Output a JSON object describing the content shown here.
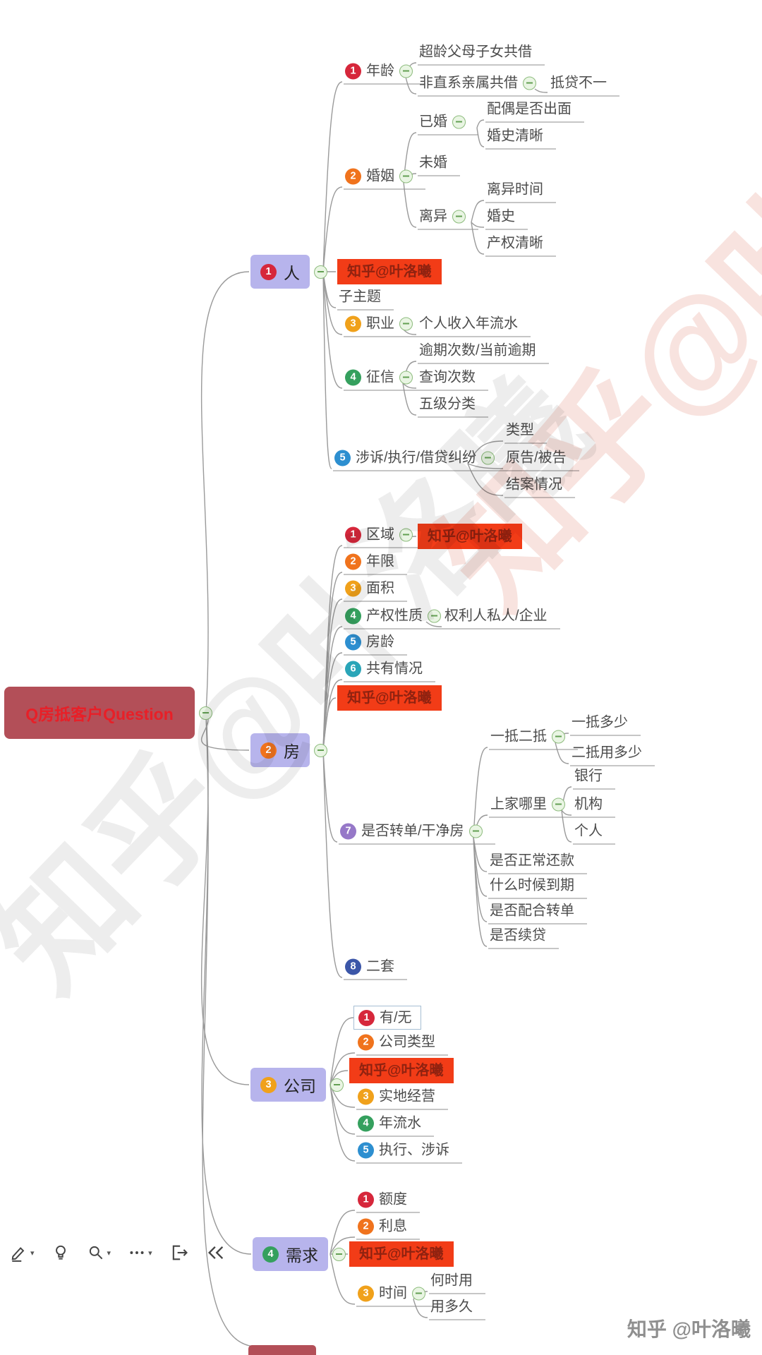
{
  "tree": {
    "root": {
      "label": "Q房抵客户Question"
    },
    "person": {
      "num": "1",
      "label": "人",
      "watermark": "知乎@叶洛曦",
      "subtopic": "子主题",
      "age": {
        "num": "1",
        "label": "年龄",
        "over": "超龄父母子女共借",
        "nondirect": "非直系亲属共借",
        "pledge": "抵贷不一"
      },
      "marriage": {
        "num": "2",
        "label": "婚姻",
        "married": "已婚",
        "spouse": "配偶是否出面",
        "clear": "婚史清晰",
        "unmarried": "未婚",
        "divorced": "离异",
        "time": "离异时间",
        "history": "婚史",
        "property": "产权清晰"
      },
      "occupation": {
        "num": "3",
        "label": "职业",
        "income": "个人收入年流水"
      },
      "credit": {
        "num": "4",
        "label": "征信",
        "overdue": "逾期次数/当前逾期",
        "query": "查询次数",
        "grade": "五级分类"
      },
      "lawsuit": {
        "num": "5",
        "label": "涉诉/执行/借贷纠纷",
        "type": "类型",
        "party": "原告/被告",
        "close": "结案情况"
      }
    },
    "house": {
      "num": "2",
      "label": "房",
      "watermark": "知乎@叶洛曦",
      "region": {
        "num": "1",
        "label": "区域",
        "watermark": "知乎@叶洛曦"
      },
      "years": {
        "num": "2",
        "label": "年限"
      },
      "area": {
        "num": "3",
        "label": "面积"
      },
      "property": {
        "num": "4",
        "label": "产权性质",
        "owner": "权利人私人/企业"
      },
      "age": {
        "num": "5",
        "label": "房龄"
      },
      "share": {
        "num": "6",
        "label": "共有情况"
      },
      "transfer": {
        "num": "7",
        "label": "是否转单/干净房",
        "mortgage": {
          "label": "一抵二抵",
          "first": "一抵多少",
          "second": "二抵用多少"
        },
        "holder": {
          "label": "上家哪里",
          "bank": "银行",
          "org": "机构",
          "personal": "个人"
        },
        "repay": "是否正常还款",
        "due": "什么时候到期",
        "coop": "是否配合转单",
        "renew": "是否续贷"
      },
      "second": {
        "num": "8",
        "label": "二套"
      }
    },
    "company": {
      "num": "3",
      "label": "公司",
      "watermark": "知乎@叶洛曦",
      "exist": {
        "num": "1",
        "label": "有/无"
      },
      "type": {
        "num": "2",
        "label": "公司类型"
      },
      "op": {
        "num": "3",
        "label": "实地经营"
      },
      "flow": {
        "num": "4",
        "label": "年流水"
      },
      "suit": {
        "num": "5",
        "label": "执行、涉诉"
      }
    },
    "demand": {
      "num": "4",
      "label": "需求",
      "watermark": "知乎@叶洛曦",
      "amount": {
        "num": "1",
        "label": "额度"
      },
      "interest": {
        "num": "2",
        "label": "利息"
      },
      "time": {
        "num": "3",
        "label": "时间",
        "when": "何时用",
        "howlong": "用多久"
      }
    }
  },
  "watermarks": {
    "diagonal": "知乎@叶洛曦",
    "corner": "知乎@叶洛曦",
    "footer": "知乎 @叶洛曦"
  },
  "toolbar": {
    "icons": [
      "edit-icon",
      "idea-icon",
      "zoom-icon",
      "more-icon",
      "export-icon",
      "collapse-icon"
    ]
  },
  "colors": {
    "badges": {
      "n1": "#d6273b",
      "n2": "#f0731d",
      "n3": "#f0a11b",
      "n4": "#35a05e",
      "n5": "#2d8fd0",
      "n6": "#2aa5b8",
      "n7": "#9678c8",
      "n8": "#3b56a8"
    },
    "branch_box": "#b7b4ec",
    "root_bg": "#b34f58",
    "root_text": "#e81f27",
    "zhihu_bg": "#f23c17",
    "zhihu_text": "#8f2210",
    "line": "#9a9a9a"
  }
}
